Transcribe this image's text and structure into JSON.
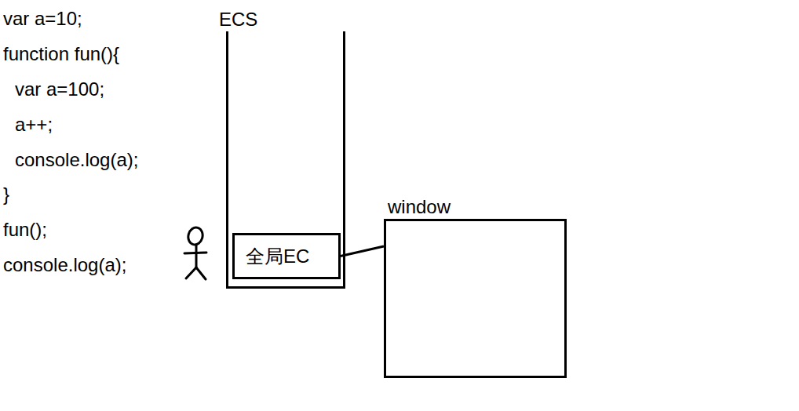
{
  "diagram": {
    "nodes": [
      {
        "text": [
          "ECS"
        ]
      },
      {
        "text": [
          "全局EC"
        ],
        "in": 0
      },
      {
        "text": [
          "window"
        ]
      }
    ],
    "edges": [
      {
        "from": 1,
        "to": 2,
        "arrow": "none"
      }
    ],
    "labels": [
      "var a=10;",
      "function fun(){",
      "var a=100;",
      "a++;",
      "console.log(a);",
      "}",
      "fun();",
      "console.log(a);"
    ]
  }
}
